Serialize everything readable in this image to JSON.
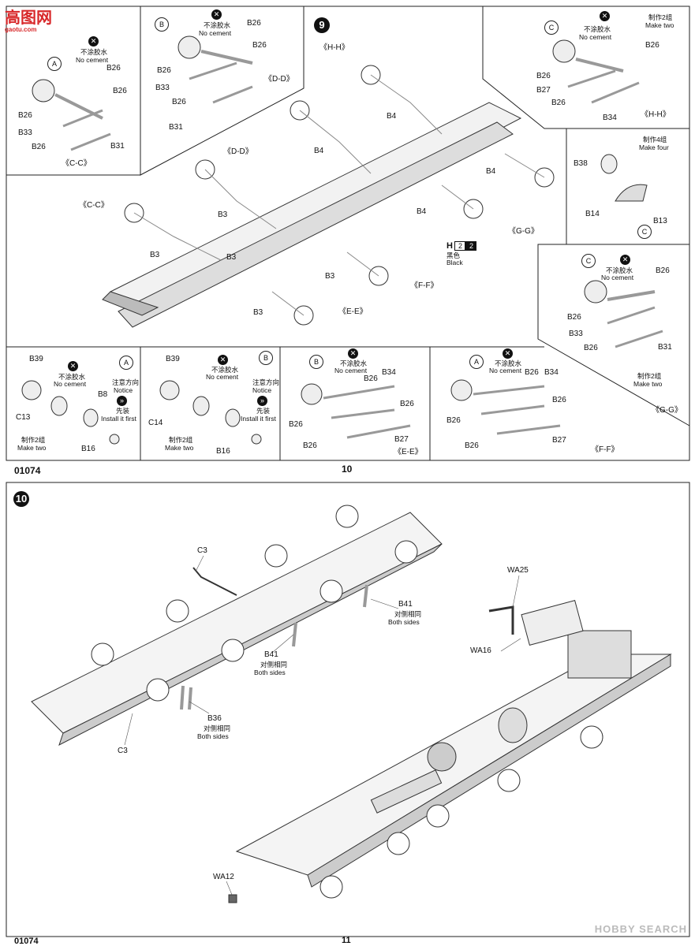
{
  "site_logo": {
    "main": "高图网",
    "sub": "gaotu.com"
  },
  "watermark": "HOBBY SEARCH",
  "page10": {
    "step": "9",
    "catalog_no": "01074",
    "page_no": "10",
    "panel_cc": {
      "circle": "A",
      "zh": "不涂胶水",
      "en": "No cement",
      "parts": [
        "B26",
        "B26",
        "B26",
        "B33",
        "B26",
        "B31"
      ],
      "tag": "《C-C》"
    },
    "panel_dd": {
      "circle": "B",
      "zh": "不涂胶水",
      "en": "No cement",
      "parts": [
        "B26",
        "B26",
        "B26",
        "B33",
        "B26",
        "B31"
      ],
      "tag": "《D-D》"
    },
    "panel_hh": {
      "circle": "C",
      "zh": "不涂胶水",
      "en": "No cement",
      "make_zh": "制作2组",
      "make_en": "Make two",
      "parts": [
        "B26",
        "B26",
        "B27",
        "B26",
        "B34"
      ],
      "tag": "《H-H》"
    },
    "panel_four": {
      "make_zh": "制作4组",
      "make_en": "Make four",
      "parts": [
        "B38",
        "B14",
        "B13"
      ],
      "circle": "C"
    },
    "panel_gg": {
      "circle": "C",
      "zh": "不涂胶水",
      "en": "No cement",
      "parts": [
        "B26",
        "B26",
        "B33",
        "B26",
        "B31"
      ],
      "make_zh": "制作2组",
      "make_en": "Make two",
      "tag": "《G-G》"
    },
    "main_tags": [
      "《H-H》",
      "《D-D》",
      "《C-C》",
      "《G-G》",
      "《F-F》",
      "《E-E》"
    ],
    "main_parts": [
      "B4",
      "B4",
      "B4",
      "B4",
      "B3",
      "B3",
      "B3",
      "B3",
      "B3"
    ],
    "paint": {
      "code": "H",
      "num1": "2",
      "num2": "2",
      "zh": "黑色",
      "en": "Black"
    },
    "panel_hub_a": {
      "circle": "A",
      "zh": "不涂胶水",
      "en": "No cement",
      "notice_zh": "注意方向",
      "notice_en": "Notice",
      "first_zh": "先装",
      "first_en": "Install it first",
      "parts": [
        "B39",
        "C13",
        "B8",
        "B16"
      ],
      "make_zh": "制作2组",
      "make_en": "Make two"
    },
    "panel_hub_b": {
      "circle": "B",
      "zh": "不涂胶水",
      "en": "No cement",
      "notice_zh": "注意方向",
      "notice_en": "Notice",
      "first_zh": "先装",
      "first_en": "Install it first",
      "parts": [
        "B39",
        "C14",
        "B16"
      ],
      "make_zh": "制作2组",
      "make_en": "Make two"
    },
    "panel_ee": {
      "circle": "B",
      "zh": "不涂胶水",
      "en": "No cement",
      "parts": [
        "B26",
        "B34",
        "B26",
        "B26",
        "B27",
        "B26"
      ],
      "tag": "《E-E》"
    },
    "panel_ff": {
      "circle": "A",
      "zh": "不涂胶水",
      "en": "No cement",
      "parts": [
        "B26",
        "B34",
        "B26",
        "B26",
        "B27",
        "B26"
      ],
      "tag": "《F-F》"
    }
  },
  "page11": {
    "step": "10",
    "catalog_no": "01074",
    "page_no": "11",
    "labels": {
      "c3_top": "C3",
      "c3_bottom": "C3",
      "b41_a": "B41",
      "b41_b": "B41",
      "b36": "B36",
      "both_zh": "对侧相同",
      "both_en": "Both sides",
      "wa25": "WA25",
      "wa16": "WA16",
      "wa12": "WA12"
    }
  }
}
